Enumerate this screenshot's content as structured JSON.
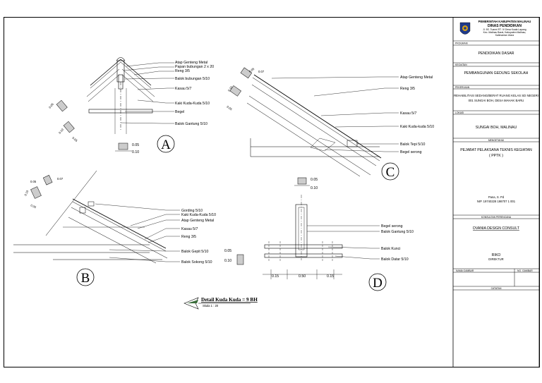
{
  "title_block": {
    "agency_line1": "PEMERINTAH KABUPATEN MALINAU",
    "agency_line2": "DINAS PENDIDIKAN",
    "address_line1": "Jl. 5S. Tuanni RT. IV Desa Kuala Lapang",
    "address_line2": "Kec. Malinau Barat, Kabupaten Malinau,",
    "address_line3": "Kalimantan Utara",
    "program_header": "PROGRAM",
    "program_value": "PENDIDIKAN DASAR",
    "kegiatan_header": "KEGIATAN",
    "kegiatan_value": "PEMBANGUNAN GEDUNG SEKOLAH",
    "pekerjaan_header": "PEKERJAAN",
    "pekerjaan_line1": "REHABILITASI SEDANG/BERAT RUANG KELAS SD NEGERI",
    "pekerjaan_line2": "001 SUNGAI BOH, DESA MAHAK BARU",
    "lokasi_header": "LOKASI",
    "lokasi_value": "SUNGAI BOH, MALINAU",
    "mengetahui_header": "MENGETAHUI",
    "pejabat_line1": "PEJABAT PELAKSANA TEKNIS KEGIATAN",
    "pejabat_line2": "( PPTK )",
    "pejabat_name": "Pana, S. Pd",
    "pejabat_nip": "NIP. 19740228 198707 1 001",
    "konsultan_header": "KONSULTAN PERENCANA",
    "konsultan_value": "DVANIA DESIGN CONSULT",
    "direktur_name": "RIKO",
    "direktur_title": "DIREKTUR",
    "nama_gambar_header": "NAMA GAMBAR",
    "no_gambar_header": "NO. GAMBAR",
    "catatan_header": "CATATAN"
  },
  "detail_title": "Detail Kuda Kuda = 9 BH",
  "detail_scale": "Skala 1 : 20",
  "detail_a": {
    "marker": "A",
    "labels": [
      "Atap Genteng Metal",
      "Papan bubungan 2 x 20",
      "Reng 3/5",
      "Balok bubungan 5/10",
      "Kasau 5/7",
      "Kaki Kuda-Kuda 5/10",
      "Begel",
      "Balok Gantung 5/10"
    ],
    "dim1": "0.05",
    "dim2": "0.10",
    "sec_a": "0.05",
    "sec_b": "0.10",
    "sec_c": "0.05"
  },
  "detail_b": {
    "marker": "B",
    "labels": [
      "Gording 5/10",
      "Kaki Kuda-Kuda 5/10",
      "Atap Genteng Metal",
      "Kasau 5/7",
      "Reng 3/5",
      "Balok Gepit 5/10",
      "Balok Sokong 5/10"
    ],
    "dim1": "0.05",
    "dim2": "0.10",
    "sec_a": "0.05",
    "sec_b": "0.07",
    "sec_c": "0.10",
    "sec_d": "0.05"
  },
  "detail_c": {
    "marker": "C",
    "labels": [
      "Atap Genteng Metal",
      "Reng 3/5",
      "Kasau 5/7",
      "Kaki Kuda-kuda 5/10",
      "Balok Tepi 5/10",
      "Begel serong"
    ],
    "sec_a": "0.05",
    "sec_b": "0.07",
    "sec_c": "0.10",
    "sec_d": "0.05"
  },
  "detail_d": {
    "marker": "D",
    "labels": [
      "Begel serong",
      "Balok Gantung 5/10",
      "Balok Kunci",
      "Balok Datar 5/10"
    ],
    "dim1": "0.05",
    "dim2": "0.10",
    "dim_left": "0.15",
    "dim_mid": "0.50",
    "dim_right": "0.15"
  },
  "colors": {
    "line": "#000000",
    "logo_blue": "#1f3a8a",
    "logo_gold": "#d4a017"
  },
  "icons": {
    "logo": "shield-logo-icon",
    "arrow": "title-arrow-icon"
  }
}
